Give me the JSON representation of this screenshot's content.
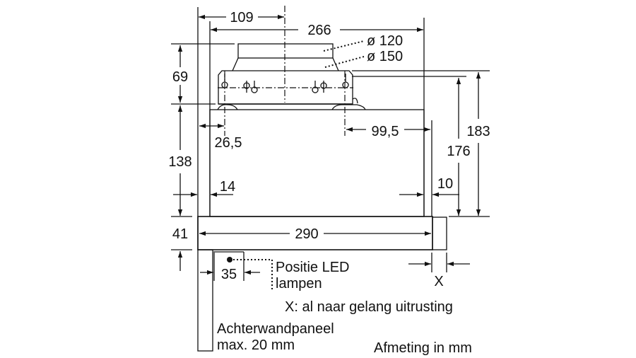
{
  "title": "Afmeting in mm",
  "dimensions": {
    "d109": "109",
    "d266": "266",
    "d120": "ø 120",
    "d150": "ø 150",
    "d69": "69",
    "d138": "138",
    "d41": "41",
    "d183": "183",
    "d176": "176",
    "d26_5": "26,5",
    "d99_5": "99,5",
    "d14": "14",
    "d10": "10",
    "d290": "290",
    "d35": "35",
    "x": "X"
  },
  "notes": {
    "led_line1": "Positie LED",
    "led_line2": "lampen",
    "x_note": "X: al naar gelang uitrusting",
    "panel_line1": "Achterwandpaneel",
    "panel_line2": "max. 20 mm",
    "unit": "Afmeting in mm"
  }
}
